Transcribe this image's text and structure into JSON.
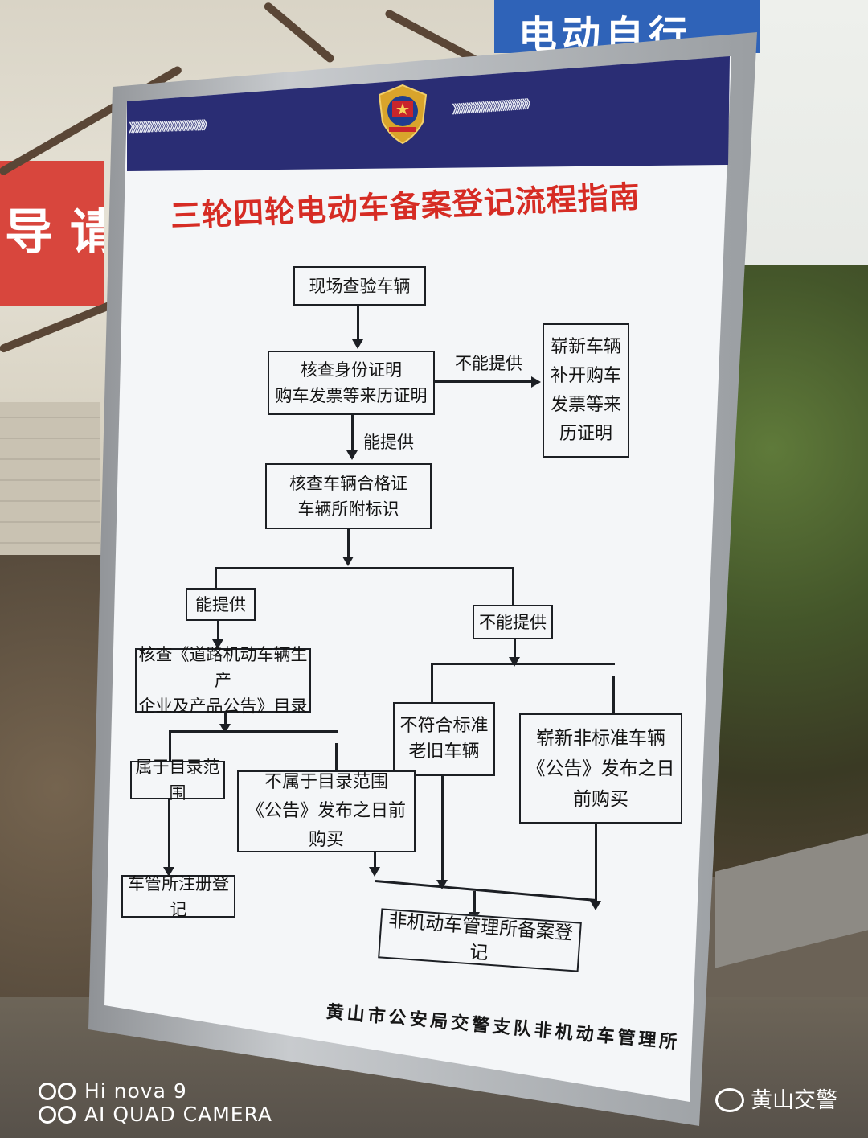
{
  "background": {
    "blue_sign_text": "电动自行",
    "red_banner_text": "导 请"
  },
  "sign": {
    "title": "三轮四轮电动车备案登记流程指南",
    "chevrons": "》》》》》》》》》》》》》》》》》》》",
    "colors": {
      "header_band": "#2a2d74",
      "title_red": "#d62c24",
      "panel": "#f4f6f8"
    },
    "flow": {
      "step1": "现场查验车辆",
      "step2": [
        "核查身份证明",
        "购车发票等来历证明"
      ],
      "cannot_provide_1": "不能提供",
      "side_box": [
        "崭新车辆",
        "补开购车",
        "发票等来",
        "历证明"
      ],
      "can_provide_1": "能提供",
      "step3": [
        "核查车辆合格证",
        "车辆所附标识"
      ],
      "can_provide_2": "能提供",
      "cannot_provide_2": "不能提供",
      "check_catalog": [
        "核查《道路机动车辆生产",
        "企业及产品公告》目录"
      ],
      "in_catalog": "属于目录范围",
      "not_in_catalog": [
        "不属于目录范围",
        "《公告》发布之日前购买"
      ],
      "nonstandard_old": [
        "不符合标准",
        "老旧车辆"
      ],
      "new_nonstandard": [
        "崭新非标准车辆",
        "《公告》发布之日",
        "前购买"
      ],
      "vehicle_office_reg": "车管所注册登记",
      "nonmotor_office_reg": "非机动车管理所备案登记"
    },
    "footer_org": "黄山市公安局交警支队非机动车管理所"
  },
  "watermarks": {
    "camera_line1": "Hi nova 9",
    "camera_line2": "AI QUAD CAMERA",
    "account": "黄山交警"
  }
}
